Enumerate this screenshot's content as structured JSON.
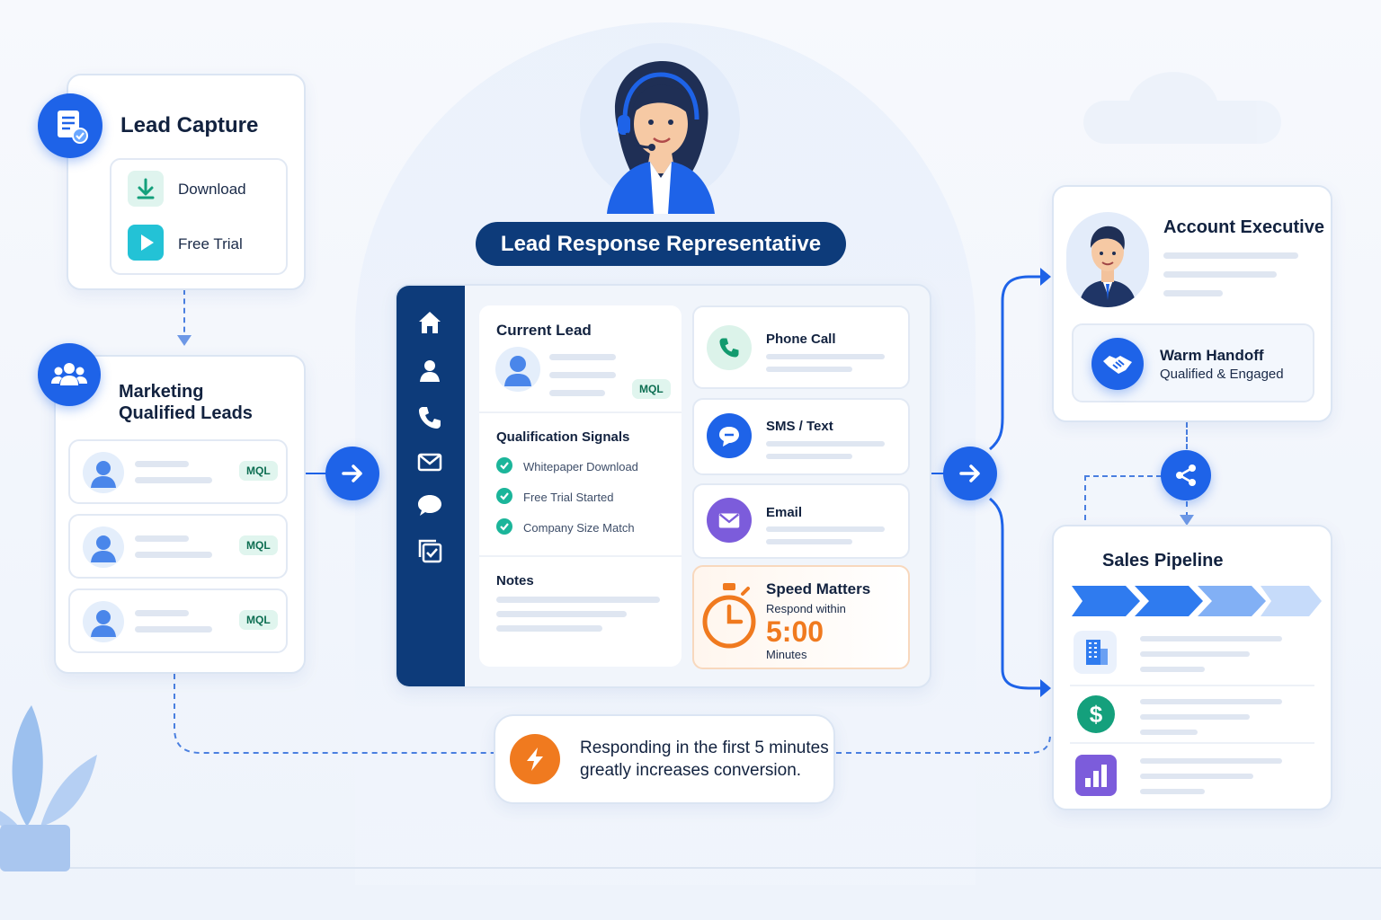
{
  "lead_capture": {
    "title": "Lead Capture",
    "items": [
      {
        "label": "Download",
        "icon": "download-icon"
      },
      {
        "label": "Free Trial",
        "icon": "play-icon"
      }
    ]
  },
  "mql": {
    "title_line1": "Marketing",
    "title_line2": "Qualified Leads",
    "rows": [
      {
        "badge": "MQL"
      },
      {
        "badge": "MQL"
      },
      {
        "badge": "MQL"
      }
    ]
  },
  "representative": {
    "title": "Lead Response Representative"
  },
  "sidebar": {
    "icons": [
      "home-icon",
      "user-icon",
      "phone-icon",
      "mail-icon",
      "chat-icon",
      "tasks-icon"
    ]
  },
  "current_lead": {
    "title": "Current Lead",
    "badge": "MQL",
    "signals_title": "Qualification Signals",
    "signals": [
      "Whitepaper Download",
      "Free Trial Started",
      "Company Size Match"
    ],
    "notes_title": "Notes"
  },
  "channels": [
    {
      "label": "Phone Call",
      "icon": "phone-icon"
    },
    {
      "label": "SMS / Text",
      "icon": "message-icon"
    },
    {
      "label": "Email",
      "icon": "mail-icon"
    }
  ],
  "speed": {
    "title": "Speed Matters",
    "subtitle": "Respond within",
    "time": "5:00",
    "unit": "Minutes"
  },
  "account_exec": {
    "title": "Account Executive",
    "handoff_title": "Warm Handoff",
    "handoff_sub": "Qualified & Engaged"
  },
  "pipeline": {
    "title": "Sales Pipeline",
    "rows": [
      {
        "icon": "building-icon"
      },
      {
        "icon": "dollar-icon"
      },
      {
        "icon": "bar-chart-icon"
      }
    ]
  },
  "note": {
    "line1": "Responding in the first 5 minutes",
    "line2": "greatly increases conversion."
  },
  "colors": {
    "primary": "#1e63e8",
    "navy": "#0d3b7a",
    "orange": "#f07a1f",
    "teal": "#1bb59a"
  }
}
